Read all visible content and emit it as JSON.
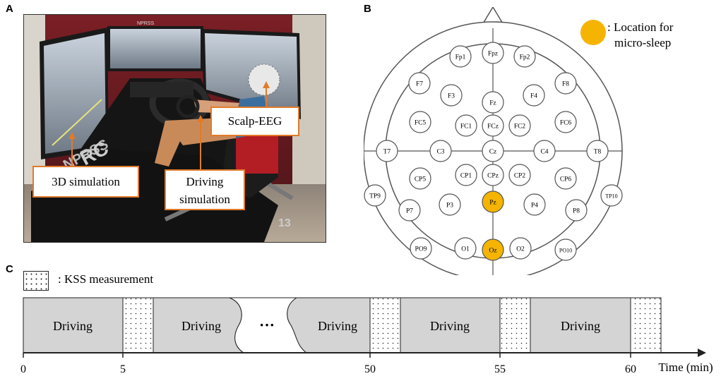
{
  "panels": {
    "a": "A",
    "b": "B",
    "c": "C"
  },
  "panel_a": {
    "callouts": {
      "sim3d": "3D simulation",
      "driving_line1": "Driving",
      "driving_line2": "simulation",
      "scalp": "Scalp-EEG"
    },
    "photo_texts": {
      "screen_brand": "NPRSS",
      "rig_logo": "NPRSS",
      "rig_model": "RC",
      "rig_tag": "13"
    },
    "accent_color": "#e07b2a"
  },
  "panel_b": {
    "legend_line1": ": Location for",
    "legend_line2": "micro-sleep",
    "highlight_color": "#f5b400",
    "electrodes": [
      "Fpz",
      "Fp1",
      "Fp2",
      "F7",
      "F3",
      "Fz",
      "F4",
      "F8",
      "FC5",
      "FC1",
      "FCz",
      "FC2",
      "FC6",
      "T7",
      "C3",
      "Cz",
      "C4",
      "T8",
      "CP5",
      "CP1",
      "CPz",
      "CP2",
      "CP6",
      "TP9",
      "P7",
      "P3",
      "Pz",
      "P4",
      "P8",
      "TP10",
      "PO9",
      "O1",
      "Oz",
      "O2",
      "PO10"
    ],
    "highlighted": [
      "Pz",
      "Oz"
    ]
  },
  "panel_c": {
    "kss_label": ": KSS measurement",
    "segments": [
      "Driving",
      "Driving",
      "Driving",
      "Driving",
      "Driving"
    ],
    "ellipsis": "···",
    "ticks": [
      "0",
      "5",
      "50",
      "55",
      "60"
    ],
    "axis_label": "Time (min)",
    "driving_color": "#d4d4d4"
  }
}
